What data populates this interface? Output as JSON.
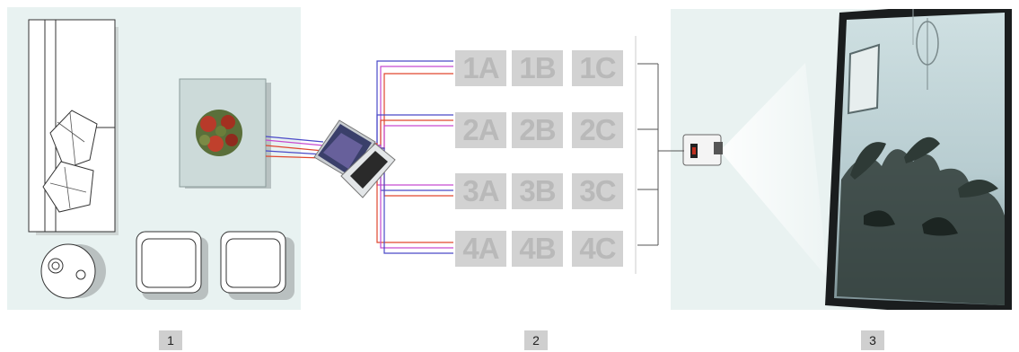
{
  "sections": [
    {
      "number": "1"
    },
    {
      "number": "2"
    },
    {
      "number": "3"
    }
  ],
  "grid": {
    "rows": [
      [
        "1A",
        "1B",
        "1C"
      ],
      [
        "2A",
        "2B",
        "2C"
      ],
      [
        "3A",
        "3B",
        "3C"
      ],
      [
        "4A",
        "4B",
        "4C"
      ]
    ]
  },
  "colors": {
    "wire_red": "#e0472f",
    "wire_blue": "#4a49c8",
    "wire_magenta": "#c64ad0",
    "cell_bg": "#d2d2d2",
    "cell_text": "#b9b9b9"
  }
}
